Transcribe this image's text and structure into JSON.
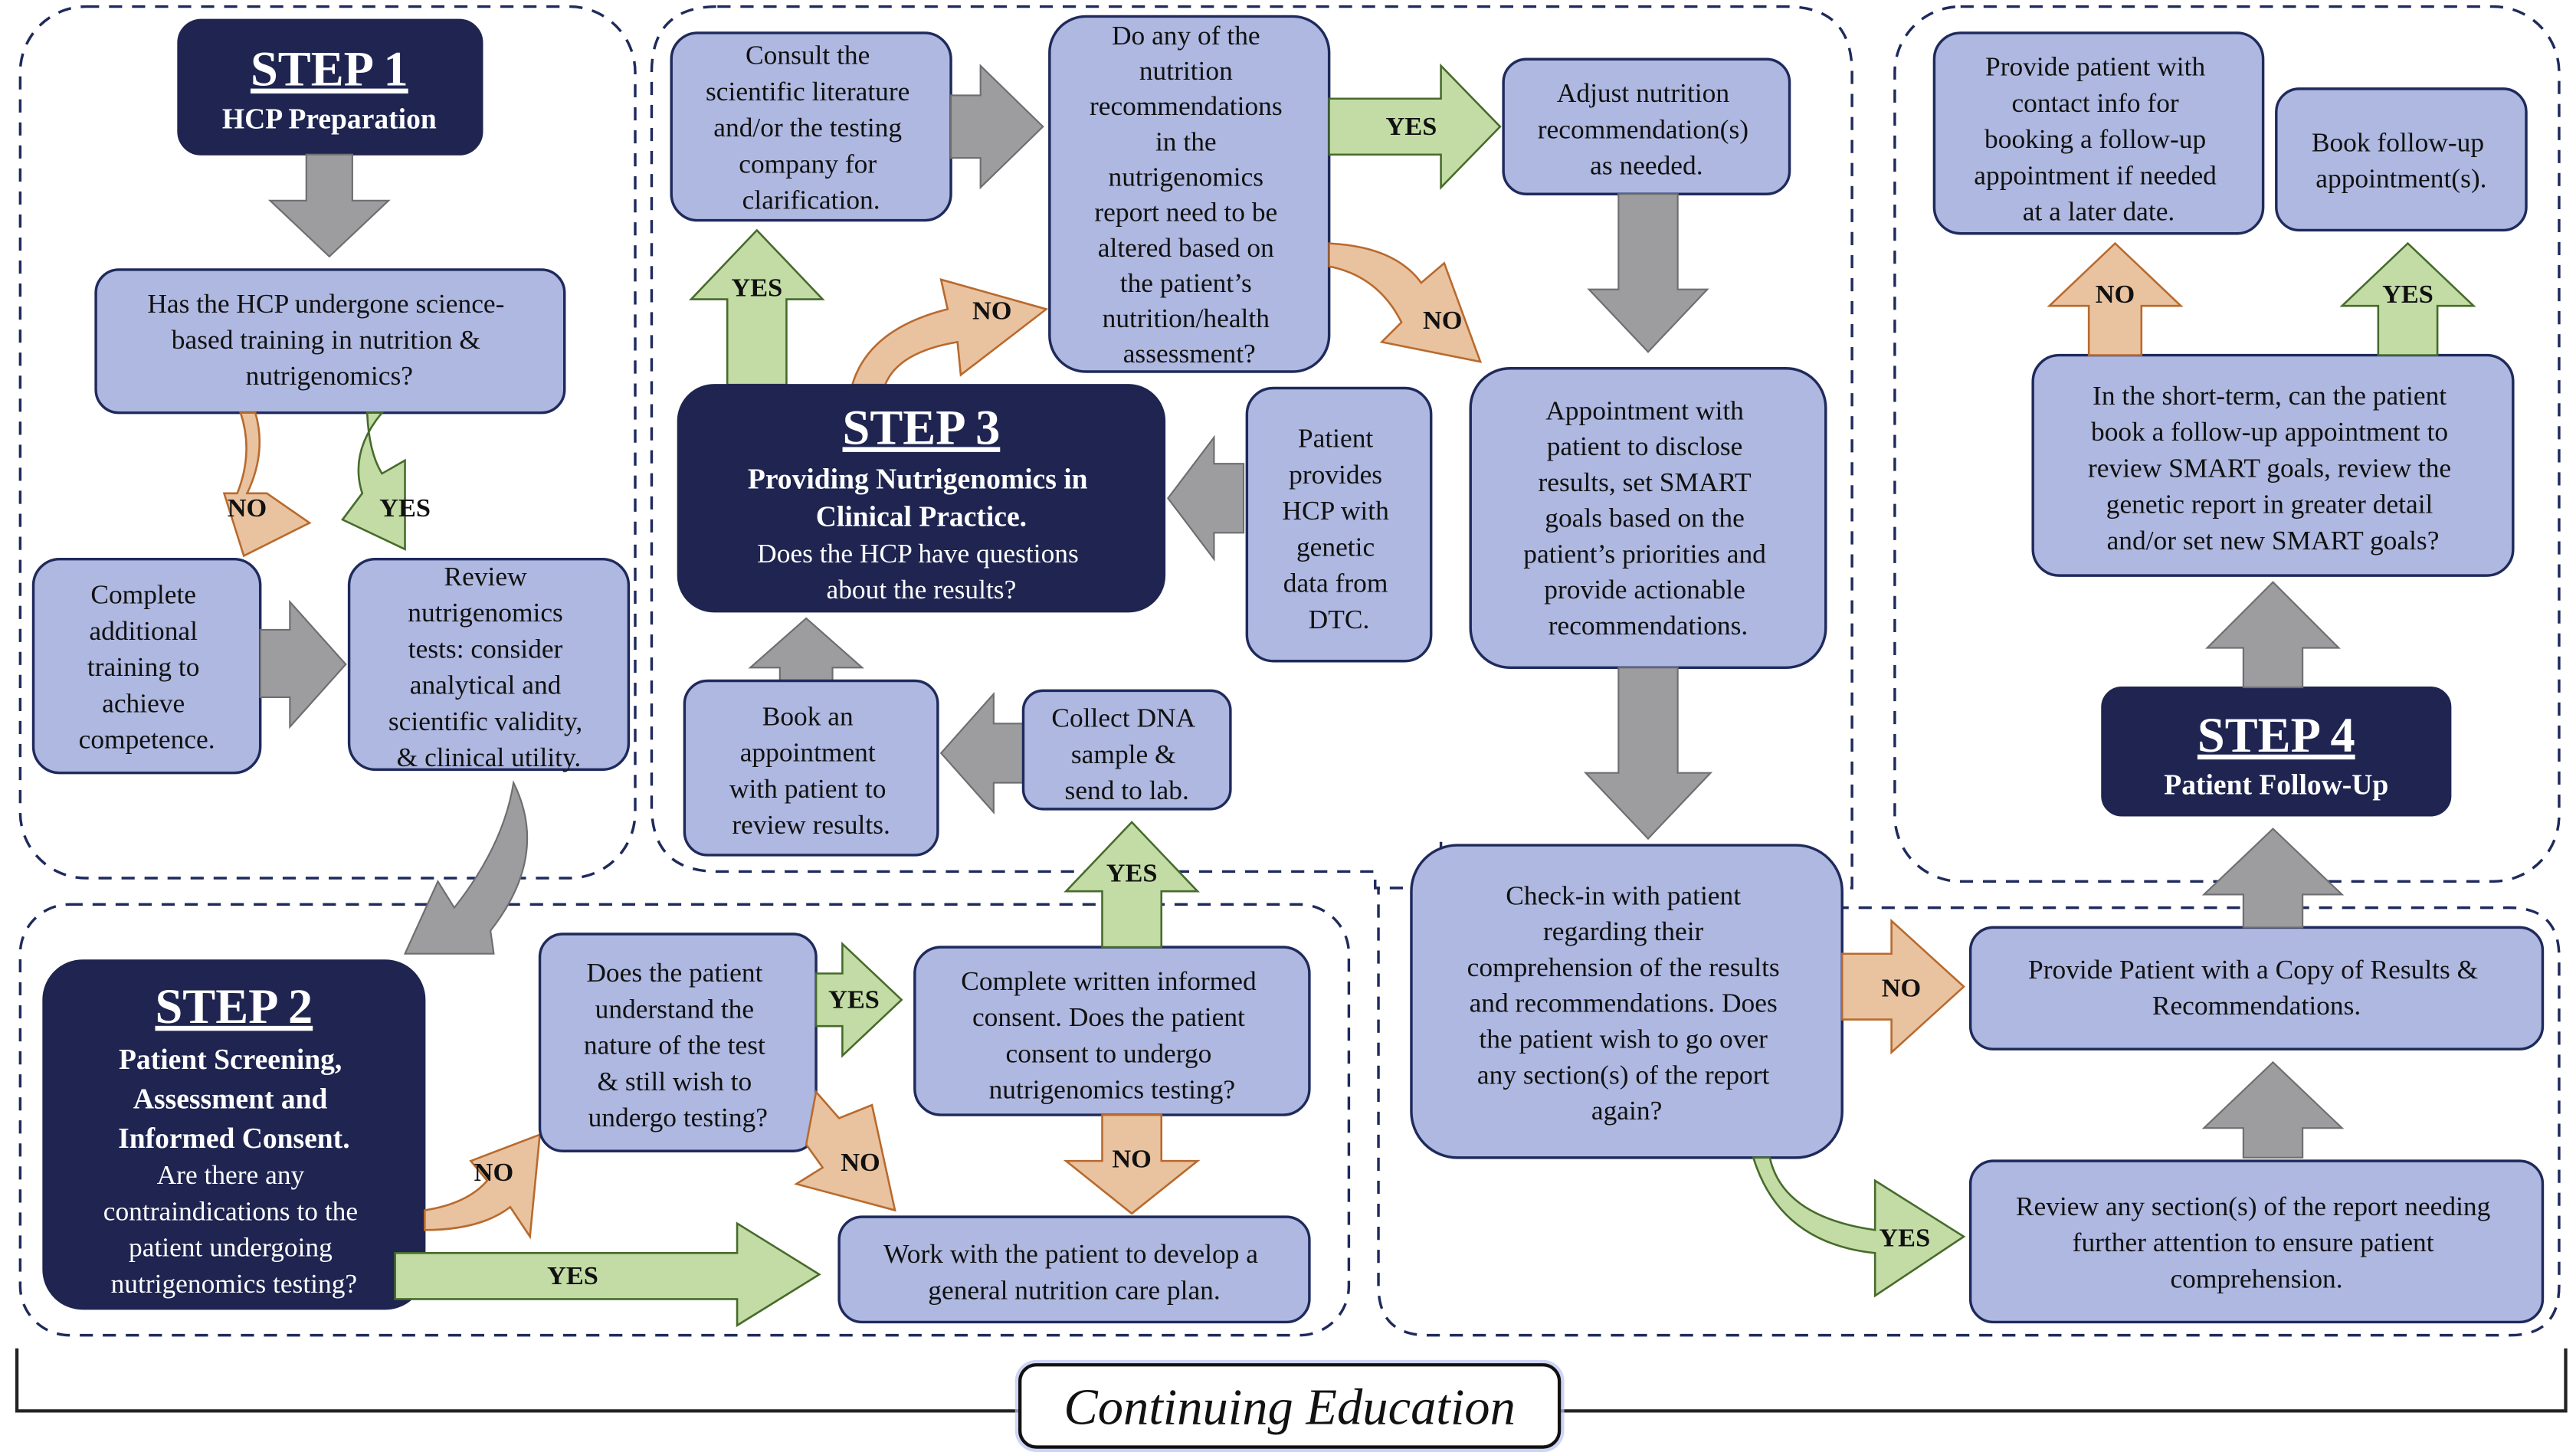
{
  "colors": {
    "box_fill": "#aeb8e0",
    "navy": "#1f2550",
    "grey_arrow": "#9d9d9f",
    "yes_arrow": "#c3dca6",
    "no_arrow": "#e9c29f",
    "dashed_border": "#1f2a5c"
  },
  "labels": {
    "yes": "YES",
    "no": "NO"
  },
  "step1": {
    "title": "STEP 1",
    "subtitle": "HCP Preparation",
    "question": [
      "Has the HCP undergone science-",
      "based training in nutrition &",
      "nutrigenomics?"
    ],
    "no_box": [
      "Complete",
      "additional",
      "training to",
      "achieve",
      "competence."
    ],
    "yes_box": [
      "Review",
      "nutrigenomics",
      "tests: consider",
      "analytical and",
      "scientific validity,",
      "& clinical utility."
    ]
  },
  "step2": {
    "title": "STEP 2",
    "subtitle": [
      "Patient Screening,",
      "Assessment and",
      "Informed Consent."
    ],
    "question": [
      "Are there any",
      "contraindications to the",
      "patient undergoing",
      "nutrigenomics testing?"
    ],
    "understand_box": [
      "Does the patient",
      "understand the",
      "nature of the test",
      "& still wish to",
      "undergo testing?"
    ],
    "consent_box": [
      "Complete written informed",
      "consent. Does the patient",
      "consent to undergo",
      "nutrigenomics testing?"
    ],
    "care_plan_box": [
      "Work with the patient to develop a",
      "general nutrition care plan."
    ]
  },
  "step3": {
    "title": "STEP 3",
    "subtitle": [
      "Providing Nutrigenomics in",
      "Clinical Practice."
    ],
    "question": [
      "Does the HCP have questions",
      "about the results?"
    ],
    "consult_box": [
      "Consult the",
      "scientific literature",
      "and/or the testing",
      "company for",
      "clarification."
    ],
    "alter_box": [
      "Do any of the",
      "nutrition",
      "recommendations",
      "in the",
      "nutrigenomics",
      "report need to be",
      "altered based on",
      "the patient’s",
      "nutrition/health",
      "assessment?"
    ],
    "adjust_box": [
      "Adjust nutrition",
      "recommendation(s)",
      "as needed."
    ],
    "dtc_box": [
      "Patient",
      "provides",
      "HCP with",
      "genetic",
      "data from",
      "DTC."
    ],
    "book_box": [
      "Book an",
      "appointment",
      "with patient to",
      "review results."
    ],
    "collect_box": [
      "Collect DNA",
      "sample &",
      "send to lab."
    ],
    "appointment_box": [
      "Appointment with",
      "patient to disclose",
      "results, set SMART",
      "goals based on the",
      "patient’s priorities and",
      "provide actionable",
      "recommendations."
    ],
    "checkin_box": [
      "Check-in with patient",
      "regarding their",
      "comprehension of the results",
      "and recommendations. Does",
      "the patient wish to go over",
      "any section(s) of the report",
      "again?"
    ],
    "copy_box": [
      "Provide Patient with a Copy of Results &",
      "Recommendations."
    ],
    "review_box": [
      "Review any section(s) of the report needing",
      "further attention to ensure patient",
      "comprehension."
    ]
  },
  "step4": {
    "title": "STEP 4",
    "subtitle": "Patient Follow-Up",
    "question": [
      "In the short-term, can the patient",
      "book a follow-up appointment to",
      "review SMART goals, review the",
      "genetic report in greater detail",
      "and/or set new SMART goals?"
    ],
    "contact_box": [
      "Provide patient with",
      "contact info for",
      "booking a follow-up",
      "appointment if needed",
      "at a later date."
    ],
    "book_followup_box": [
      "Book follow-up",
      "appointment(s)."
    ]
  },
  "footer": {
    "label": "Continuing Education"
  }
}
